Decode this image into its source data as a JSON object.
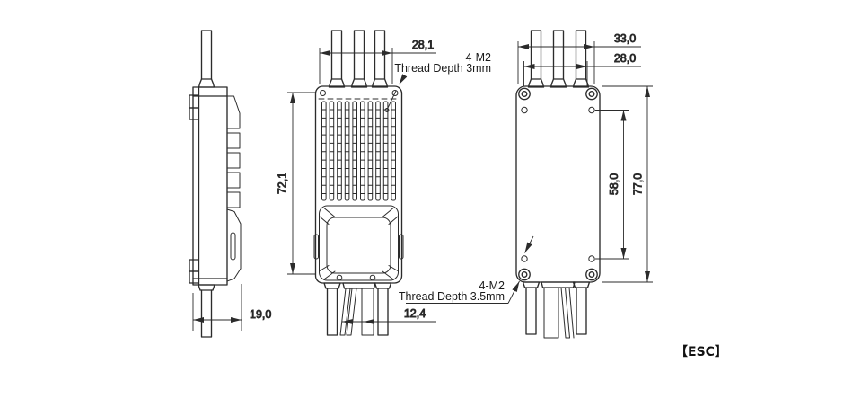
{
  "caption": "【ESC】",
  "colors": {
    "line": "#2b2b2b",
    "text": "#1a1a1a",
    "background": "#ffffff"
  },
  "views": {
    "side": {
      "dim_thickness": "19,0"
    },
    "front": {
      "dim_wire_span": "28,1",
      "dim_height": "72,1",
      "dim_wire_pitch": "12,4",
      "note": {
        "line1": "4-M2",
        "line2": "Thread Depth 3mm"
      }
    },
    "back": {
      "dim_overall_width": "33,0",
      "dim_hole_span_h": "28,0",
      "dim_hole_span_v": "58,0",
      "dim_overall_height": "77,0",
      "note": {
        "line1": "4-M2",
        "line2": "Thread Depth 3.5mm"
      }
    }
  }
}
